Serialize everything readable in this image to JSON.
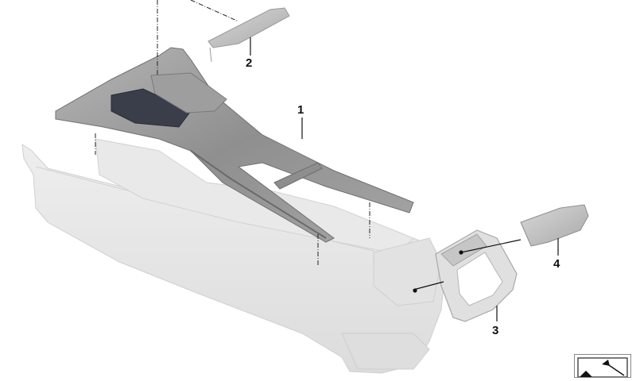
{
  "diagram": {
    "type": "exploded-parts-diagram",
    "subject": "center-console",
    "parts": [
      {
        "number": "1",
        "label": "1",
        "name": "center-console-trim-panel"
      },
      {
        "number": "2",
        "label": "2",
        "name": "trim-strip"
      },
      {
        "number": "3",
        "label": "3",
        "name": "rear-trim-frame"
      },
      {
        "number": "4",
        "label": "4",
        "name": "rear-cover-panel"
      }
    ]
  },
  "colors": {
    "background": "#ffffff",
    "console_body": "#e6e6e6",
    "trim_dark": "#8c8c8c",
    "trim_mid": "#a8a8a8",
    "tray_dark": "#3a3d4a",
    "leader_line": "#111111"
  },
  "navigation": {
    "icon": "arrow-northwest-icon"
  }
}
